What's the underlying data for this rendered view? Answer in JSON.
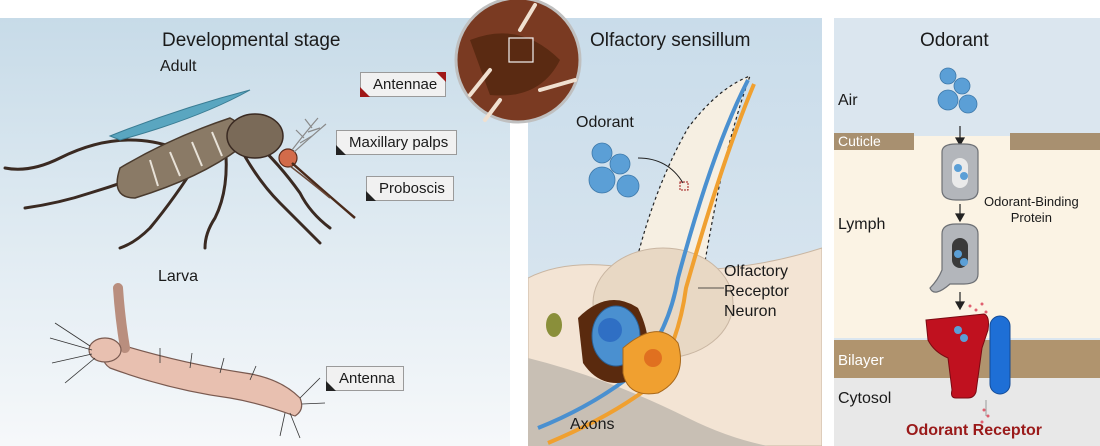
{
  "panels": {
    "developmental": {
      "title": "Developmental stage",
      "adult_label": "Adult",
      "larva_label": "Larva",
      "callouts": {
        "antennae": "Antennae",
        "maxillary_palps": "Maxillary palps",
        "proboscis": "Proboscis",
        "larva_antenna": "Antenna"
      }
    },
    "sensillum": {
      "title": "Olfactory sensillum",
      "odorant_label": "Odorant",
      "orn_label_1": "Olfactory",
      "orn_label_2": "Receptor",
      "orn_label_3": "Neuron",
      "axons_label": "Axons"
    },
    "odorant": {
      "title": "Odorant",
      "layers": {
        "air": "Air",
        "cuticle": "Cuticle",
        "lymph": "Lymph",
        "bilayer": "Bilayer",
        "cytosol": "Cytosol"
      },
      "obp_label_1": "Odorant-Binding",
      "obp_label_2": "Protein",
      "receptor_label": "Odorant Receptor"
    }
  },
  "colors": {
    "odorant_blue": "#5b9fd6",
    "dendrite_blue": "#4a90d0",
    "dendrite_orange": "#f0a030",
    "receptor_red": "#c0111f",
    "receptor_blue": "#1e6fd6",
    "cuticle_brown": "#a89070",
    "bilayer_brown": "#b0946e",
    "receptor_text": "#9a1a1a"
  }
}
